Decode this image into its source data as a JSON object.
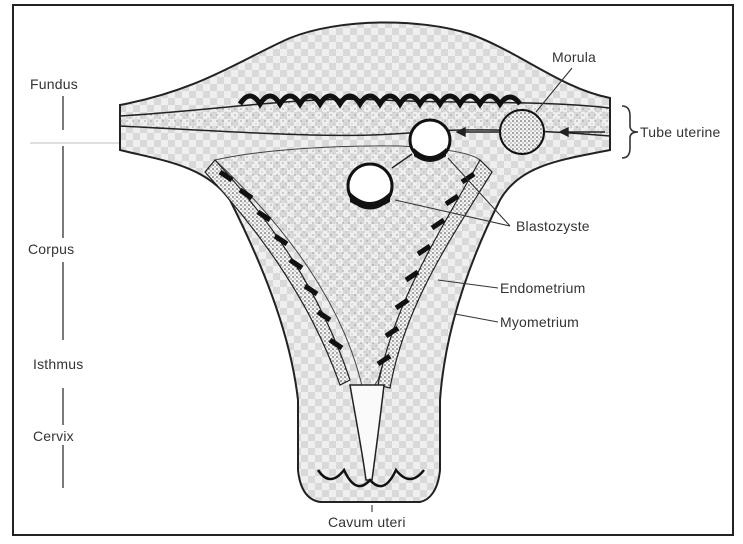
{
  "labels": {
    "fundus": "Fundus",
    "corpus": "Corpus",
    "isthmus": "Isthmus",
    "cervix": "Cervix",
    "morula": "Morula",
    "tube": "Tube uterine",
    "blastocyste": "Blastozyste",
    "endometrium": "Endometrium",
    "myometrium": "Myometrium",
    "cavum": "Cavum uteri"
  },
  "colors": {
    "line": "#222222",
    "stipple": "#555555",
    "wall_fill": "#e4e4e4"
  }
}
